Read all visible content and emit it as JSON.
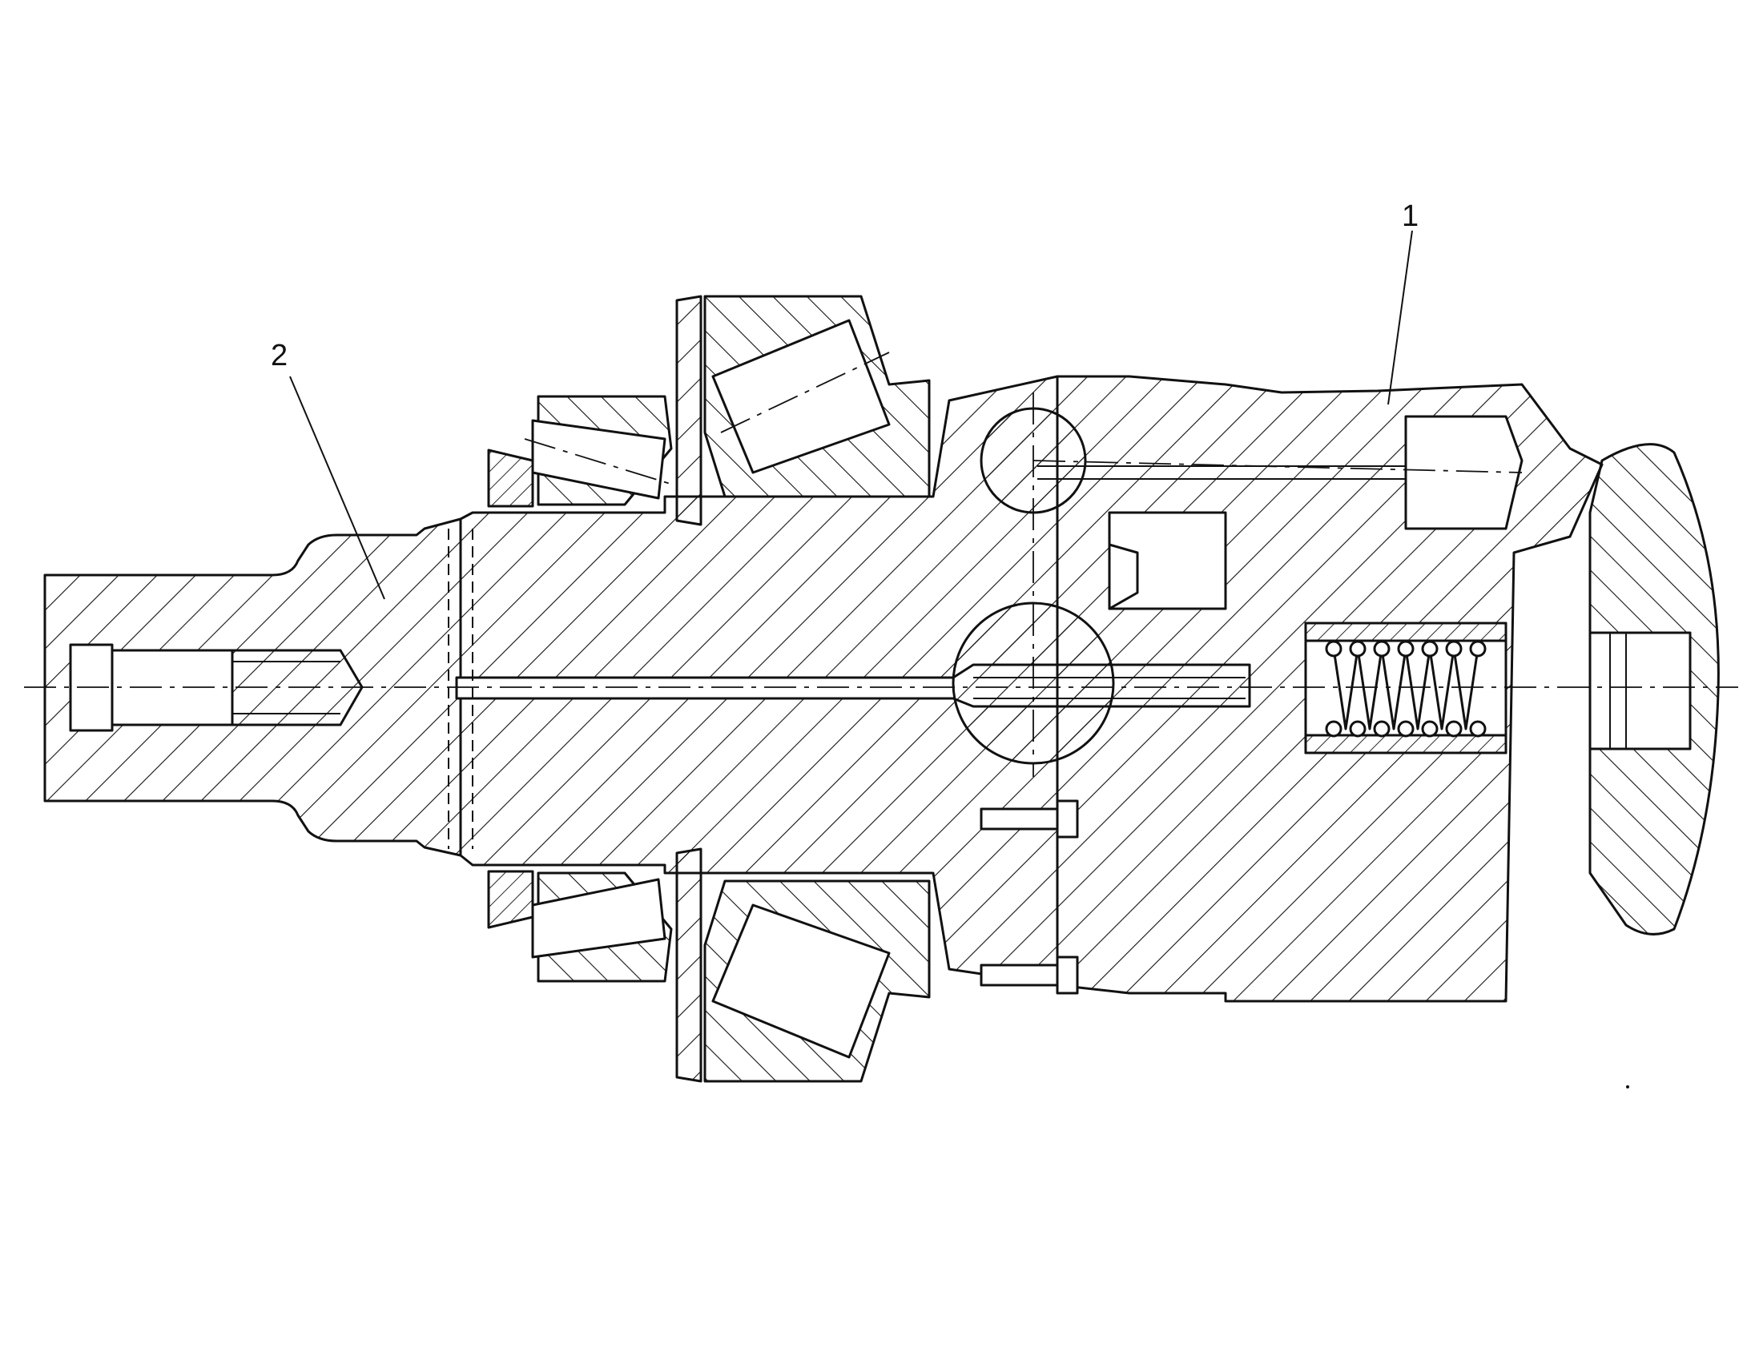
{
  "callouts": [
    {
      "id": "callout-1",
      "text": "1"
    },
    {
      "id": "callout-2",
      "text": "2"
    }
  ],
  "colors": {
    "line": "#111111",
    "background": "#ffffff"
  }
}
